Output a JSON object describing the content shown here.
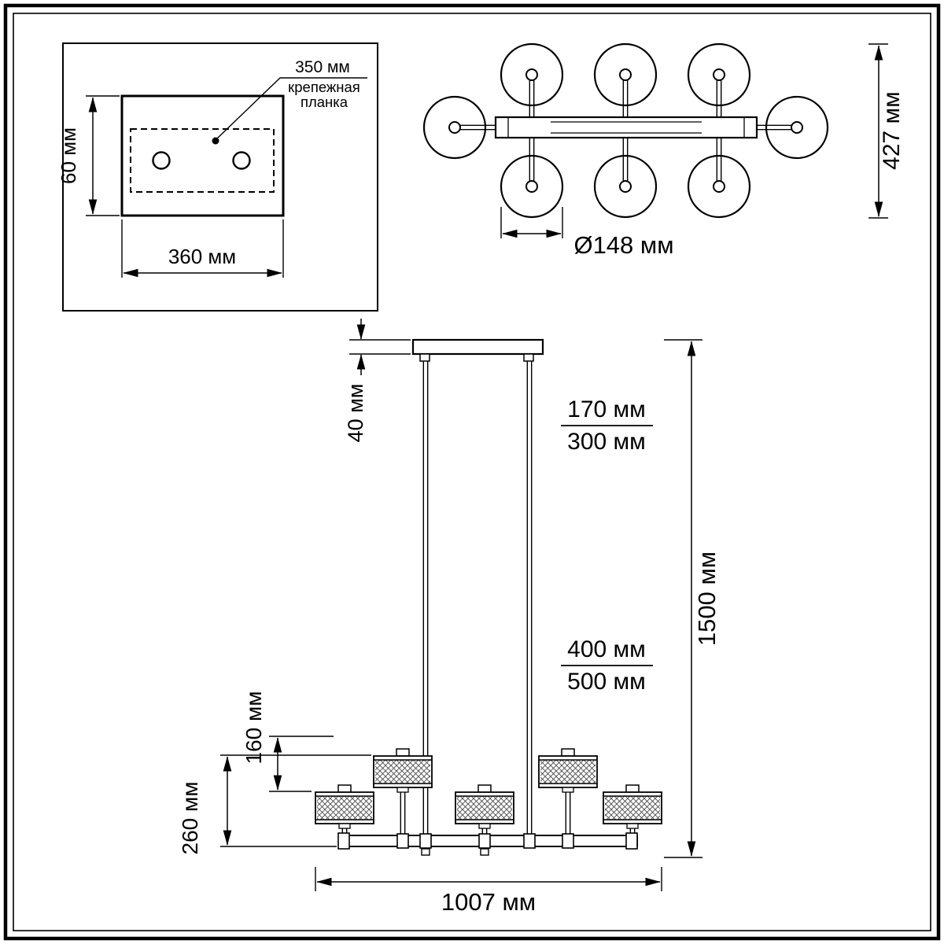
{
  "drawing": {
    "mounting_plate": {
      "bar_length": "350 мм",
      "bar_name_1": "крепежная",
      "bar_name_2": "планка",
      "height": "60 мм",
      "width": "360 мм"
    },
    "top_view": {
      "depth": "427 мм",
      "shade_diameter": "Ø148 мм"
    },
    "side_view": {
      "canopy_height": "40 мм",
      "rod_min": "170 мм",
      "rod_max": "300 мм",
      "cable_min": "400 мм",
      "cable_max": "500 мм",
      "total_height": "1500 мм",
      "shade_height": "160 мм",
      "lower_height": "260 мм",
      "width": "1007 мм"
    }
  }
}
